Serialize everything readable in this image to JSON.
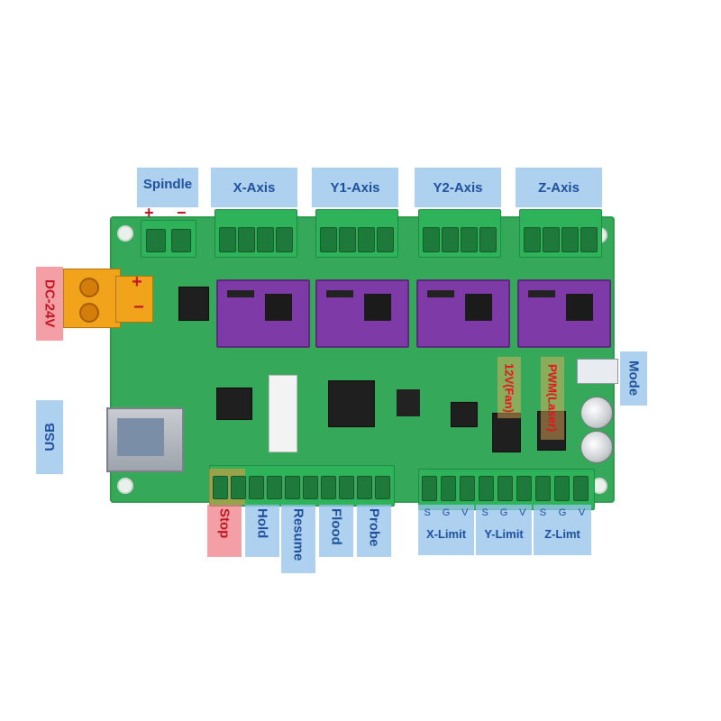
{
  "top_labels": {
    "spindle": "Spindle",
    "x_axis": "X-Axis",
    "y1_axis": "Y1-Axis",
    "y2_axis": "Y2-Axis",
    "z_axis": "Z-Axis"
  },
  "spindle_polarity": {
    "plus": "+",
    "minus": "−"
  },
  "power_label": "DC-24V",
  "power_polarity": {
    "plus": "+",
    "minus": "−"
  },
  "usb_label": "USB",
  "mode_label": "Mode",
  "bottom_vertical_labels": {
    "stop": "Stop",
    "hold": "Hold",
    "resume": "Resume",
    "flood": "Flood",
    "probe": "Probe"
  },
  "limit_pins": {
    "x": [
      "S",
      "G",
      "V"
    ],
    "y": [
      "S",
      "G",
      "V"
    ],
    "z": [
      "S",
      "G",
      "V"
    ]
  },
  "limit_labels": {
    "x": "X-Limit",
    "y": "Y-Limit",
    "z": "Z-Limt"
  },
  "board_callouts": {
    "fan": "12V(Fan)",
    "pwm": "PWM(Laser)"
  },
  "colors": {
    "pcb": "#36a85a",
    "label_blue": "#96c4eb",
    "label_red": "#f07882",
    "driver_purple": "#7e3aa6"
  }
}
